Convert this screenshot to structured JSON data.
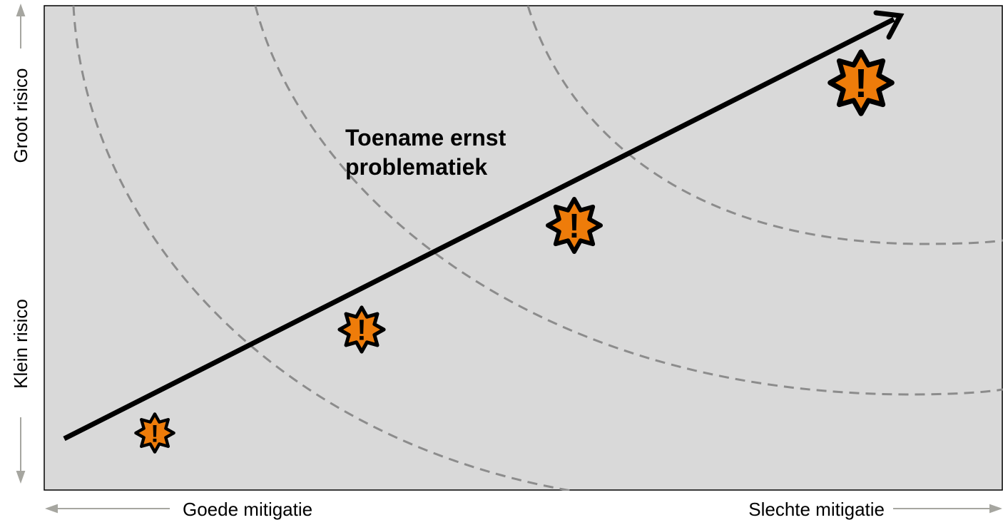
{
  "labels": {
    "y_low": "Klein risico",
    "y_high": "Groot risico",
    "x_left": "Goede mitigatie",
    "x_right": "Slechte mitigatie",
    "arrow_line1": "Toename ernst",
    "arrow_line2": "problematiek"
  },
  "badge_symbol": "!",
  "colors": {
    "background": "#d9d9d9",
    "badge_fill": "#ee7c0a",
    "arrow": "#000000",
    "dashed": "#8c8c8c",
    "axis_arrows": "#a6a6a0"
  }
}
